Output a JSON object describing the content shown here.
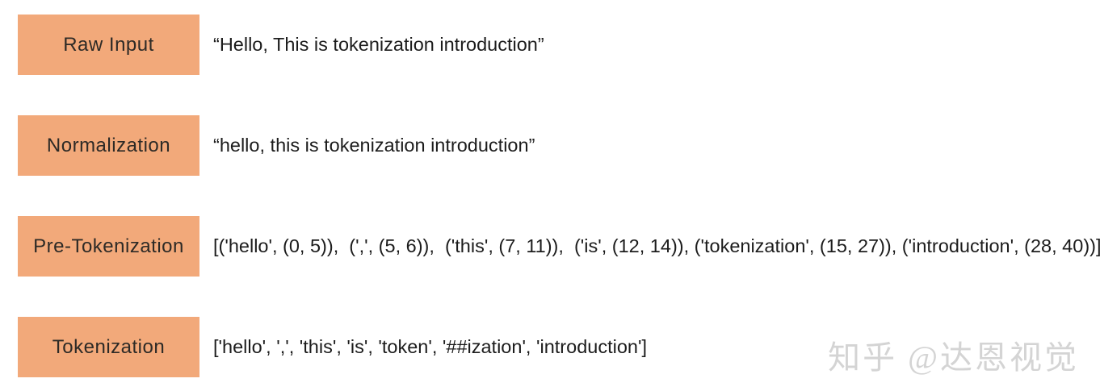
{
  "page": {
    "background": "#ffffff",
    "watermark": "知乎 @达恩视觉"
  },
  "colors": {
    "page_bg": "#ffffff",
    "box_fill": "#F2A97A",
    "box_text": "#2d2a26",
    "row_text": "#1c1c1c",
    "watermark": "#d4d4d4"
  },
  "pipeline": {
    "rows": [
      {
        "label": "Raw Input",
        "value": "“Hello, This is tokenization introduction”"
      },
      {
        "label": "Normalization",
        "value": "“hello, this is tokenization introduction”"
      },
      {
        "label": "Pre-Tokenization",
        "value": "[('hello', (0, 5)),  (',', (5, 6)),  ('this', (7, 11)),  ('is', (12, 14)), ('tokenization', (15, 27)), ('introduction', (28, 40))]"
      },
      {
        "label": "Tokenization",
        "value": "['hello', ',', 'this', 'is', 'token', '##ization', 'introduction']"
      }
    ]
  }
}
